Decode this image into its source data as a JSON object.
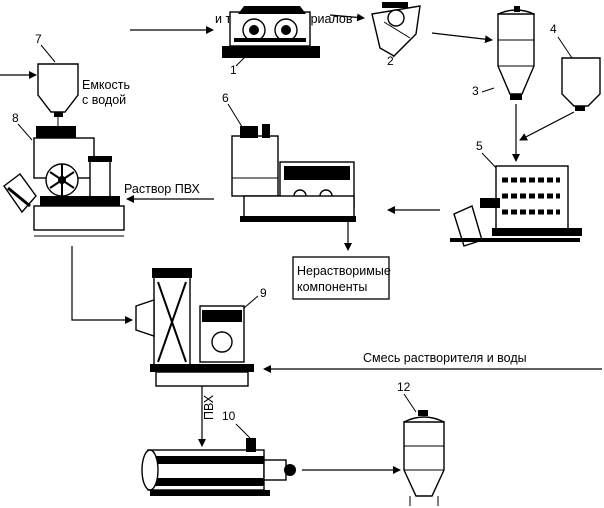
{
  "labels": {
    "top_input": "и тентовых материалов",
    "tank_water_line1": "Емкость",
    "tank_water_line2": "с водой",
    "pvc_solution": "Раствор ПВХ",
    "insoluble_line1": "Нерастворимые",
    "insoluble_line2": "компоненты",
    "solvent_water_mix": "Смесь растворителя и воды",
    "pvc_vertical": "ПВХ"
  },
  "numbers": {
    "n1": "1",
    "n2": "2",
    "n3": "3",
    "n4": "4",
    "n5": "5",
    "n6": "6",
    "n7": "7",
    "n8": "8",
    "n9": "9",
    "n10": "10",
    "n12": "12"
  }
}
